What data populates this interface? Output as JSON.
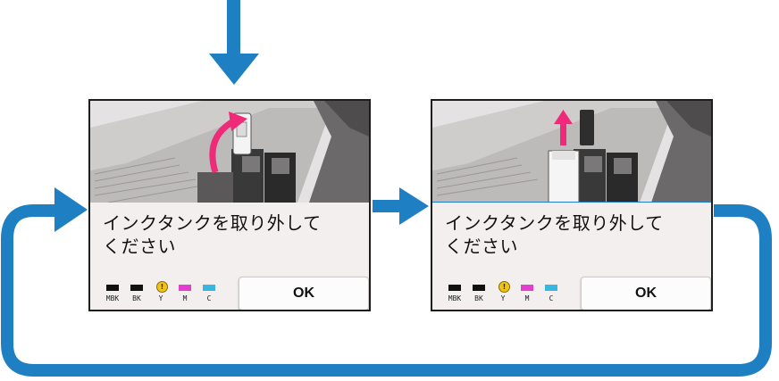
{
  "colors": {
    "flow_arrow": "#1f7fc3",
    "ink_black": "#111111",
    "ink_yellow_warning": "#f0c21a",
    "ink_magenta": "#e23fcd",
    "ink_cyan": "#36b6e0",
    "rotation_arrow": "#ef2a78"
  },
  "screens": [
    {
      "message": "インクタンクを取り外して\nください",
      "ok_label": "OK",
      "illustration": "printer-ink-tank-lock-lever-open"
    },
    {
      "message": "インクタンクを取り外して\nください",
      "ok_label": "OK",
      "illustration": "printer-ink-tank-lift-out"
    }
  ],
  "ink_labels": [
    "MBK",
    "BK",
    "Y",
    "M",
    "C"
  ],
  "ink_warning_mark": "!"
}
